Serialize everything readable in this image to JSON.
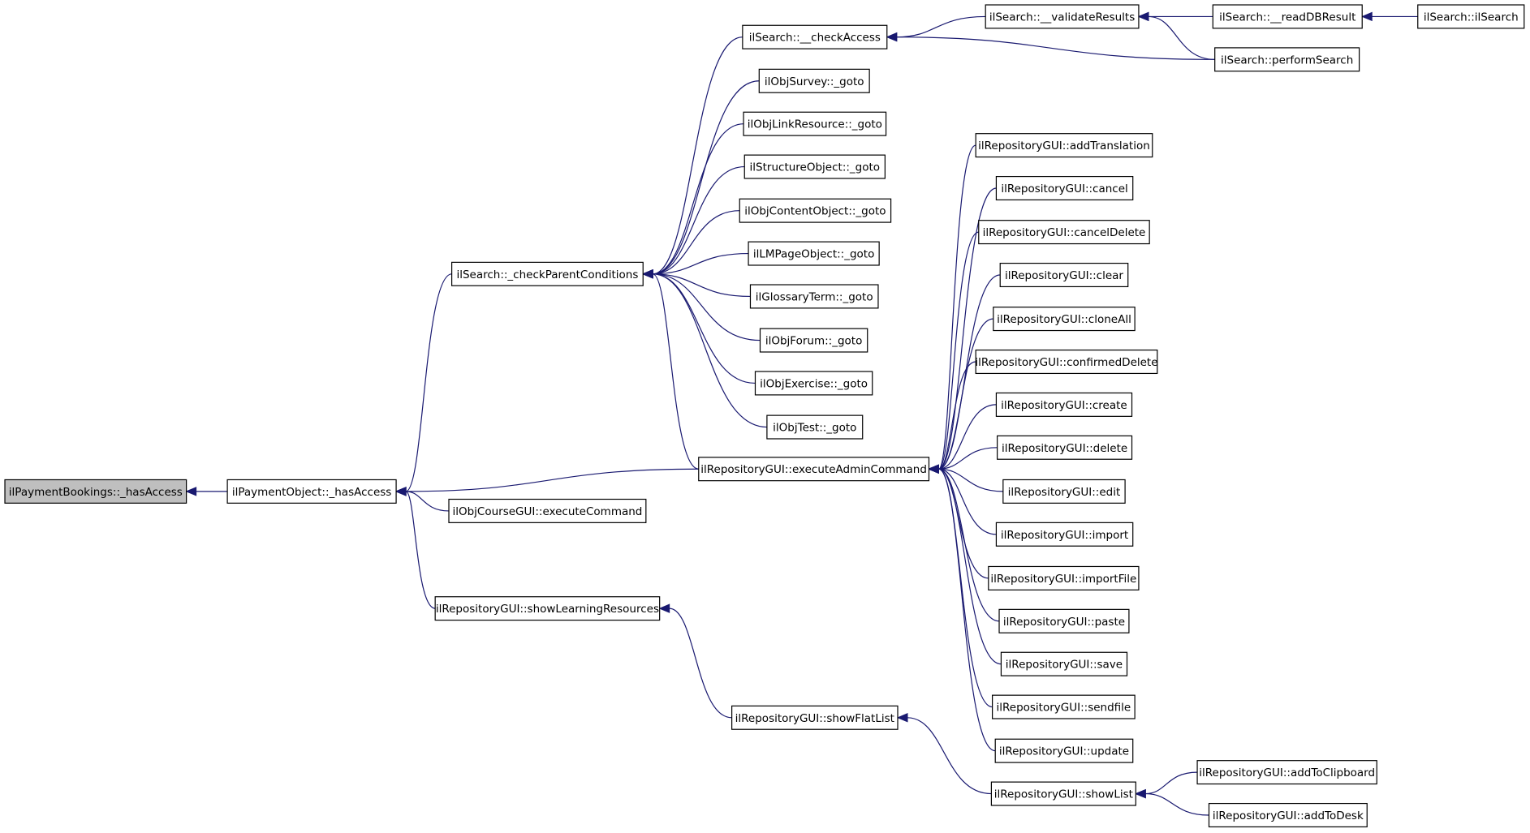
{
  "colors": {
    "edge": "#191970",
    "root_fill": "#bfbfbf",
    "node_fill": "#ffffff",
    "node_border": "#000000"
  },
  "nodes": [
    {
      "id": "n0",
      "label": "ilPaymentBookings::_hasAccess",
      "root": true
    },
    {
      "id": "n1",
      "label": "ilPaymentObject::_hasAccess"
    },
    {
      "id": "n2",
      "label": "ilSearch::_checkParentConditions"
    },
    {
      "id": "n3",
      "label": "ilRepositoryGUI::executeAdminCommand"
    },
    {
      "id": "n4",
      "label": "ilObjCourseGUI::executeCommand"
    },
    {
      "id": "n5",
      "label": "ilRepositoryGUI::showLearningResources"
    },
    {
      "id": "n6",
      "label": "ilRepositoryGUI::showFlatList"
    },
    {
      "id": "n7",
      "label": "ilRepositoryGUI::showList"
    },
    {
      "id": "n8",
      "label": "ilRepositoryGUI::addToClipboard"
    },
    {
      "id": "n9",
      "label": "ilRepositoryGUI::addToDesk"
    },
    {
      "id": "n10",
      "label": "ilSearch::__checkAccess"
    },
    {
      "id": "n11",
      "label": "ilSearch::__validateResults"
    },
    {
      "id": "n12",
      "label": "ilSearch::__readDBResult"
    },
    {
      "id": "n13",
      "label": "ilSearch::ilSearch"
    },
    {
      "id": "n14",
      "label": "ilSearch::performSearch"
    },
    {
      "id": "n15",
      "label": "ilObjSurvey::_goto"
    },
    {
      "id": "n16",
      "label": "ilObjLinkResource::_goto"
    },
    {
      "id": "n17",
      "label": "ilStructureObject::_goto"
    },
    {
      "id": "n18",
      "label": "ilObjContentObject::_goto"
    },
    {
      "id": "n19",
      "label": "ilLMPageObject::_goto"
    },
    {
      "id": "n20",
      "label": "ilGlossaryTerm::_goto"
    },
    {
      "id": "n21",
      "label": "ilObjForum::_goto"
    },
    {
      "id": "n22",
      "label": "ilObjExercise::_goto"
    },
    {
      "id": "n23",
      "label": "ilObjTest::_goto"
    },
    {
      "id": "n24",
      "label": "ilRepositoryGUI::addTranslation"
    },
    {
      "id": "n25",
      "label": "ilRepositoryGUI::cancel"
    },
    {
      "id": "n26",
      "label": "ilRepositoryGUI::cancelDelete"
    },
    {
      "id": "n27",
      "label": "ilRepositoryGUI::clear"
    },
    {
      "id": "n28",
      "label": "ilRepositoryGUI::cloneAll"
    },
    {
      "id": "n29",
      "label": "ilRepositoryGUI::confirmedDelete"
    },
    {
      "id": "n30",
      "label": "ilRepositoryGUI::create"
    },
    {
      "id": "n31",
      "label": "ilRepositoryGUI::delete"
    },
    {
      "id": "n32",
      "label": "ilRepositoryGUI::edit"
    },
    {
      "id": "n33",
      "label": "ilRepositoryGUI::import"
    },
    {
      "id": "n34",
      "label": "ilRepositoryGUI::importFile"
    },
    {
      "id": "n35",
      "label": "ilRepositoryGUI::paste"
    },
    {
      "id": "n36",
      "label": "ilRepositoryGUI::save"
    },
    {
      "id": "n37",
      "label": "ilRepositoryGUI::sendfile"
    },
    {
      "id": "n38",
      "label": "ilRepositoryGUI::update"
    }
  ],
  "edges": [
    [
      "n0",
      "n1"
    ],
    [
      "n1",
      "n2"
    ],
    [
      "n1",
      "n3"
    ],
    [
      "n1",
      "n4"
    ],
    [
      "n1",
      "n5"
    ],
    [
      "n5",
      "n6"
    ],
    [
      "n6",
      "n7"
    ],
    [
      "n7",
      "n8"
    ],
    [
      "n7",
      "n9"
    ],
    [
      "n2",
      "n10"
    ],
    [
      "n10",
      "n11"
    ],
    [
      "n10",
      "n14"
    ],
    [
      "n11",
      "n12"
    ],
    [
      "n11",
      "n14"
    ],
    [
      "n12",
      "n13"
    ],
    [
      "n2",
      "n15"
    ],
    [
      "n2",
      "n16"
    ],
    [
      "n2",
      "n17"
    ],
    [
      "n2",
      "n18"
    ],
    [
      "n2",
      "n19"
    ],
    [
      "n2",
      "n20"
    ],
    [
      "n2",
      "n21"
    ],
    [
      "n2",
      "n22"
    ],
    [
      "n2",
      "n23"
    ],
    [
      "n2",
      "n3"
    ],
    [
      "n3",
      "n24"
    ],
    [
      "n3",
      "n25"
    ],
    [
      "n3",
      "n26"
    ],
    [
      "n3",
      "n27"
    ],
    [
      "n3",
      "n28"
    ],
    [
      "n3",
      "n29"
    ],
    [
      "n3",
      "n30"
    ],
    [
      "n3",
      "n31"
    ],
    [
      "n3",
      "n32"
    ],
    [
      "n3",
      "n33"
    ],
    [
      "n3",
      "n34"
    ],
    [
      "n3",
      "n35"
    ],
    [
      "n3",
      "n36"
    ],
    [
      "n3",
      "n37"
    ],
    [
      "n3",
      "n38"
    ]
  ]
}
